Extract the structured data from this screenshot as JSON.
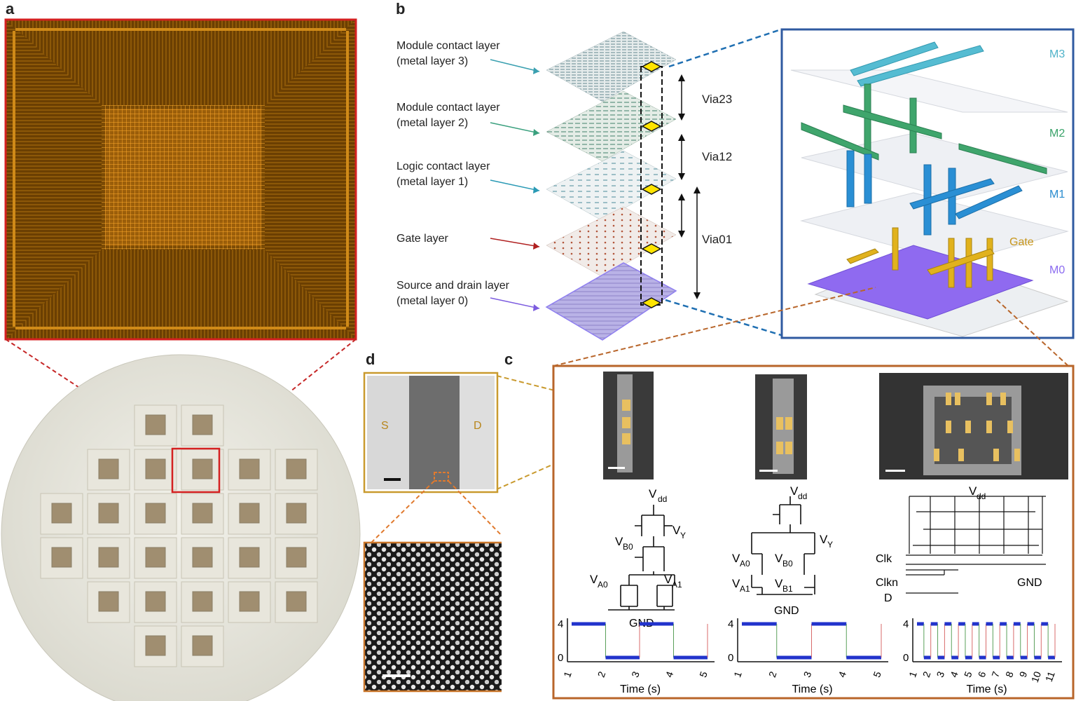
{
  "panels": {
    "a": "a",
    "b": "b",
    "c": "c",
    "d": "d"
  },
  "panel_b": {
    "layers": [
      {
        "name": "Module contact layer",
        "sub": "(metal layer 3)"
      },
      {
        "name": "Module contact layer",
        "sub": "(metal layer 2)"
      },
      {
        "name": "Logic contact layer",
        "sub": "(metal layer 1)"
      },
      {
        "name": "Gate layer",
        "sub": ""
      },
      {
        "name": "Source and drain layer",
        "sub": "(metal layer 0)"
      }
    ],
    "vias": [
      "Via23",
      "Via12",
      "Via01"
    ],
    "metal_labels": [
      "M3",
      "M2",
      "M1",
      "Gate",
      "M0"
    ],
    "colors": {
      "M3": "#4fb3c9",
      "M2": "#3aa36a",
      "M1": "#2a8ccf",
      "Gate": "#c8961a",
      "M0": "#8c6cf0"
    }
  },
  "panel_d": {
    "S": "S",
    "D": "D"
  },
  "panel_c": {
    "vdd_sub": "dd",
    "v": "V",
    "circuits": [
      {
        "gnd": "GND",
        "labels": [
          "B0",
          "Y",
          "A0",
          "A1"
        ]
      },
      {
        "gnd": "GND",
        "labels": [
          "Y",
          "A0",
          "B0",
          "A1",
          "B1"
        ]
      },
      {
        "gnd": "GND",
        "labels": [
          "Clk",
          "Clkn",
          "D"
        ]
      }
    ],
    "plots": [
      {
        "xlabel": "Time (s)",
        "xticks": [
          "1",
          "2",
          "3",
          "4",
          "5"
        ],
        "yticks": [
          "4",
          "0"
        ]
      },
      {
        "xlabel": "Time (s)",
        "xticks": [
          "1",
          "2",
          "3",
          "4",
          "5"
        ],
        "yticks": [
          "4",
          "0"
        ]
      },
      {
        "xlabel": "Time (s)",
        "xticks": [
          "1",
          "2",
          "3",
          "4",
          "5",
          "6",
          "7",
          "8",
          "9",
          "10",
          "11"
        ],
        "yticks": [
          "4",
          "0"
        ]
      }
    ]
  }
}
